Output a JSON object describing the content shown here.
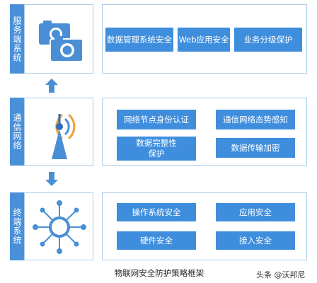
{
  "tiers": {
    "server": {
      "tab_label": "服务端系统",
      "modules": [
        "数据管理系统安全",
        "Web应用安全",
        "业务分级保护"
      ]
    },
    "comm": {
      "tab_label": "通信网络",
      "modules": [
        "网络节点身份认证",
        "通信网络态势感知",
        "数据完整性\n保护",
        "数据传输加密"
      ]
    },
    "terminal": {
      "tab_label": "终端系统",
      "modules": [
        "操作系统安全",
        "应用安全",
        "硬件安全",
        "接入安全"
      ]
    }
  },
  "icons": {
    "server": "camera-icon",
    "comm": "antenna-tower-icon",
    "terminal": "hub-network-icon",
    "arrow_up": "arrow-up-icon",
    "arrow_down": "arrow-down-icon"
  },
  "colors": {
    "accent": "#3f8ede",
    "tab": "#4a90d9",
    "frame_border": "#a9cbe9",
    "icon_blue": "#4a8fd6"
  },
  "caption": "物联网安全防护策略框架",
  "watermark": "头条 @沃邦尼"
}
